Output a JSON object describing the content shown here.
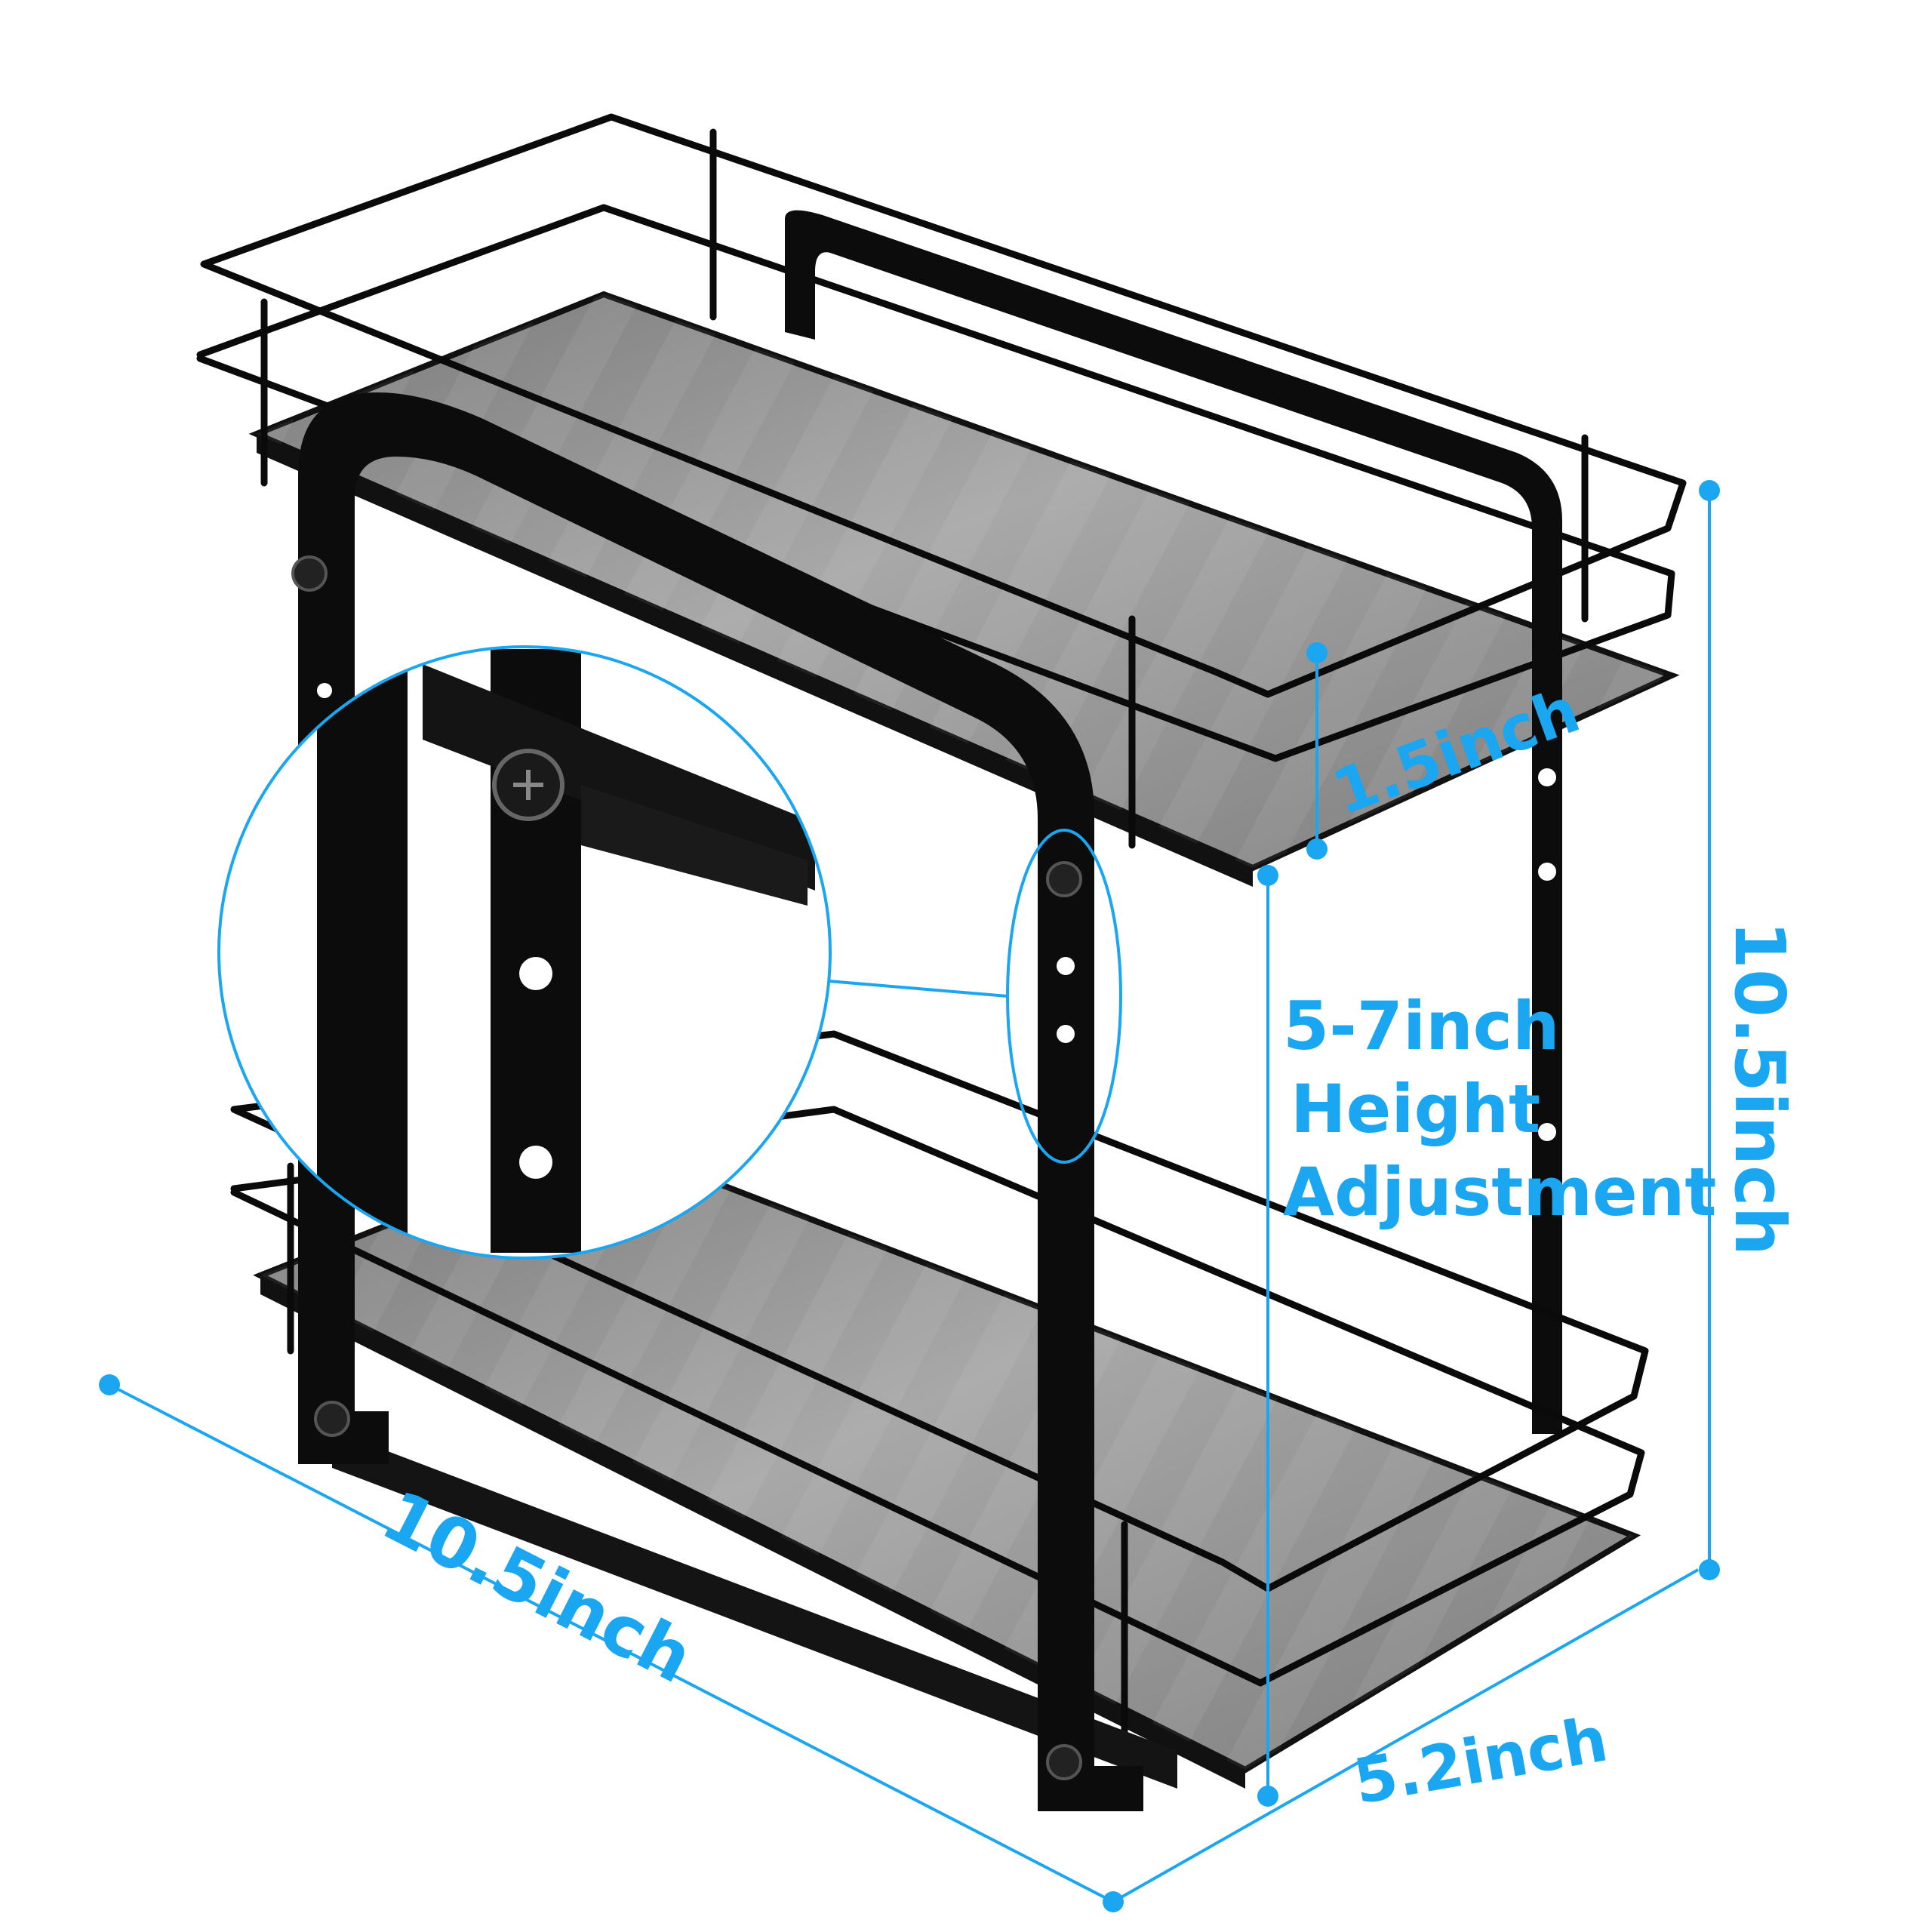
{
  "dimensions": {
    "depth_top": "1.5inch",
    "height_adjust": [
      "5-7inch",
      "Height",
      "Adjustment"
    ],
    "total_height": "10.5inch",
    "length": "10.5inch",
    "width": "5.2inch"
  },
  "colors": {
    "accent": "#1aa6f0",
    "frame": "#0c0c0c",
    "shelf_panel": "#8e8e8e",
    "background": "#ffffff"
  }
}
